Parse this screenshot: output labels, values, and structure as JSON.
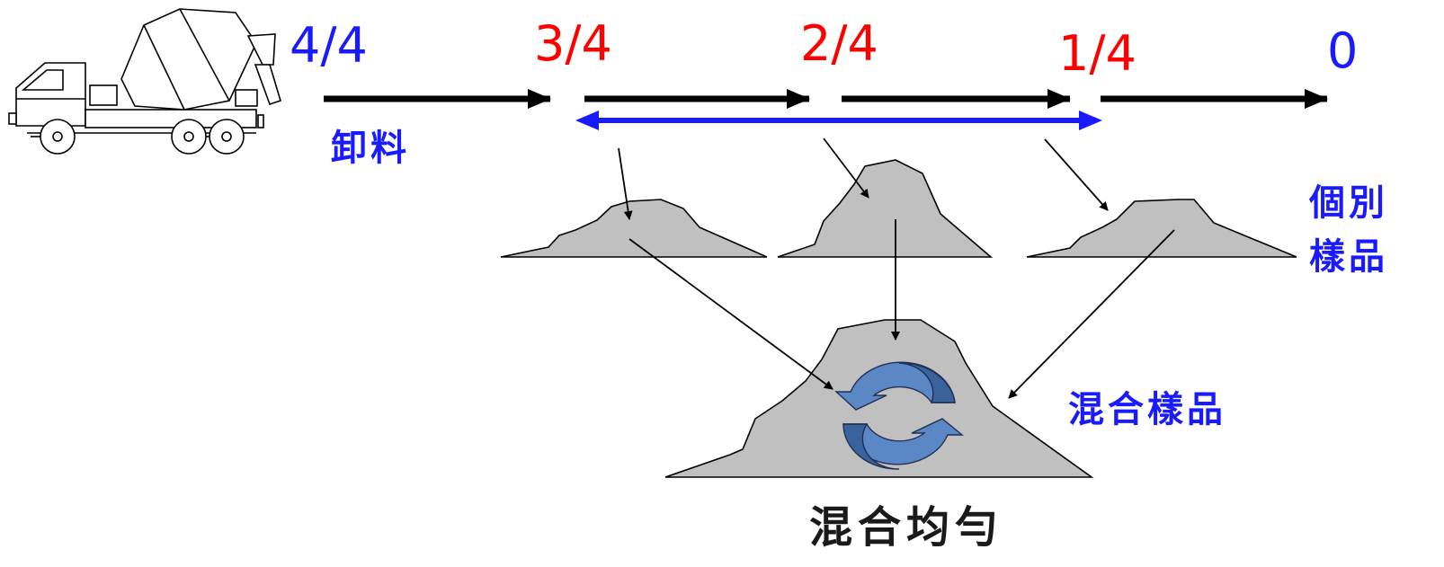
{
  "fractions": {
    "f44": "4/4",
    "f34": "3/4",
    "f24": "2/4",
    "f14": "1/4",
    "f0": "0"
  },
  "labels": {
    "discharge": "卸料",
    "individual_line1": "個別",
    "individual_line2": "樣品",
    "composite_sample": "混合樣品",
    "mix_uniform": "混合均勻"
  },
  "icons": {
    "truck": "concrete-mixer-truck-icon",
    "mix": "circular-mixing-arrows-icon"
  },
  "colors": {
    "blue_text": "#1a1aff",
    "red_text": "#ff0000",
    "pile_fill": "#c0c0c0",
    "range_arrow": "#1a1aff",
    "mix_arrow_light": "#5b87c4",
    "mix_arrow_dark": "#3a639c"
  }
}
